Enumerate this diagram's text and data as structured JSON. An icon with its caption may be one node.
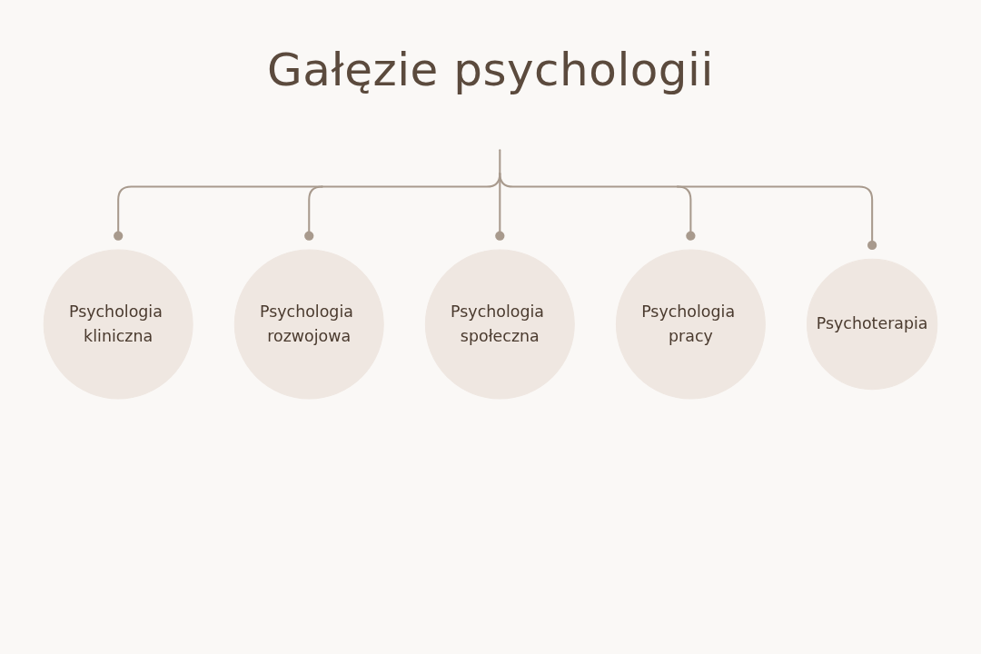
{
  "diagram": {
    "title": "Gałęzie psychologii",
    "nodes": [
      {
        "text": [
          "Psychologia kliniczna"
        ]
      },
      {
        "text": [
          "Psychologia rozwojowa"
        ]
      },
      {
        "text": [
          "Psychologia społeczna"
        ]
      },
      {
        "text": [
          "Psychologia pracy"
        ]
      },
      {
        "text": [
          "Psychoterapia"
        ]
      }
    ],
    "edges": [
      {
        "from": null,
        "to": 0,
        "arrow": "other"
      },
      {
        "from": null,
        "to": 1,
        "arrow": "other"
      },
      {
        "from": null,
        "to": 2,
        "arrow": "other"
      },
      {
        "from": null,
        "to": 3,
        "arrow": "other"
      },
      {
        "from": null,
        "to": 4,
        "arrow": "other"
      }
    ]
  }
}
